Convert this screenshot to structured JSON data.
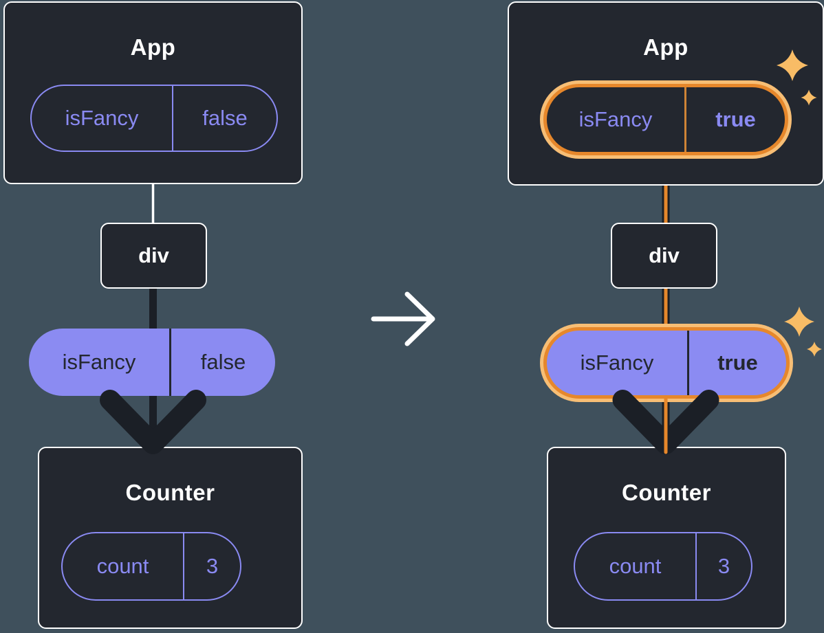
{
  "left_tree": {
    "app": {
      "title": "App",
      "prop_name": "isFancy",
      "prop_value": "false"
    },
    "middle": {
      "label": "div"
    },
    "passed_prop": {
      "name": "isFancy",
      "value": "false"
    },
    "counter": {
      "title": "Counter",
      "state_name": "count",
      "state_value": "3"
    }
  },
  "right_tree": {
    "app": {
      "title": "App",
      "prop_name": "isFancy",
      "prop_value": "true"
    },
    "middle": {
      "label": "div"
    },
    "passed_prop": {
      "name": "isFancy",
      "value": "true"
    },
    "counter": {
      "title": "Counter",
      "state_name": "count",
      "state_value": "3"
    }
  },
  "icons": {
    "transition_arrow": "right-arrow",
    "sparkle": "four-point-star",
    "flow_arrowhead": "down-chevron-arrow"
  },
  "colors": {
    "background": "#3f505c",
    "node_fill": "#23272f",
    "node_border": "#ffffff",
    "accent_purple": "#8a8af2",
    "pill_fill_purple": "#8b8bf2",
    "pill_text_dark": "#23272f",
    "highlight_orange": "#e6872b",
    "highlight_orange_light": "#f7be75",
    "sparkle_orange": "#f8bc66",
    "arrow_dark": "#1b1f26",
    "connector_white": "#ffffff"
  }
}
